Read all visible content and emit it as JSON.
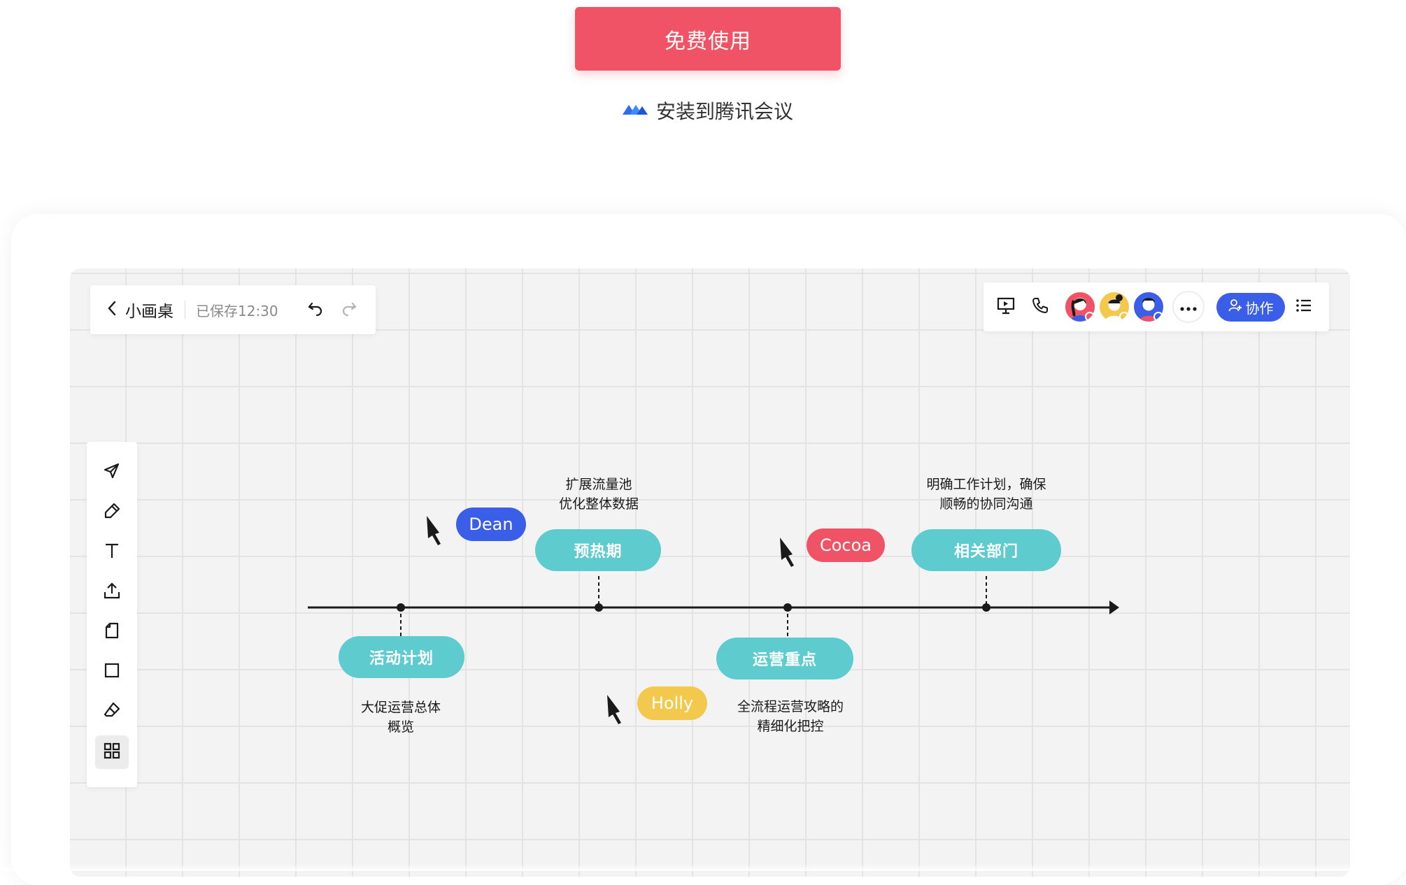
{
  "cta": {
    "label": "免费使用",
    "color": "#ef5365"
  },
  "install": {
    "label": "安装到腾讯会议",
    "icon": "tencent-meeting-logo"
  },
  "toolbar_left": {
    "back_icon": "chevron-left-icon",
    "title": "小画桌",
    "saved_text": "已保存12:30",
    "undo_icon": "undo-icon",
    "redo_icon": "redo-icon"
  },
  "toolbar_right": {
    "icons": [
      "present-icon",
      "phone-icon"
    ],
    "avatars": [
      {
        "name": "avatar-1",
        "status_color": "#ef5365"
      },
      {
        "name": "avatar-2",
        "status_color": "#f2c94c"
      },
      {
        "name": "avatar-3",
        "status_color": "#3a5ee7"
      }
    ],
    "more_icon": "more-dots-icon",
    "collab_label": "协作",
    "collab_color": "#3a5ee7",
    "list_icon": "list-icon"
  },
  "tools": [
    "select-arrow-icon",
    "pen-icon",
    "text-icon",
    "upload-icon",
    "sticky-note-icon",
    "shape-square-icon",
    "eraser-icon",
    "grid-apps-icon"
  ],
  "timeline": {
    "milestones": [
      {
        "label": "活动计划",
        "note": "大促运营总体\n概览",
        "position": "below"
      },
      {
        "label": "预热期",
        "note": "扩展流量池\n优化整体数据",
        "position": "above"
      },
      {
        "label": "运营重点",
        "note": "全流程运营攻略的\n精细化把控",
        "position": "below"
      },
      {
        "label": "相关部门",
        "note": "明确工作计划，确保\n顺畅的协同沟通",
        "position": "above"
      }
    ],
    "pill_color": "#5ecbcf"
  },
  "cursors": [
    {
      "name": "Dean",
      "color": "#3a5ee7"
    },
    {
      "name": "Cocoa",
      "color": "#ef5365"
    },
    {
      "name": "Holly",
      "color": "#f2c94c"
    }
  ]
}
